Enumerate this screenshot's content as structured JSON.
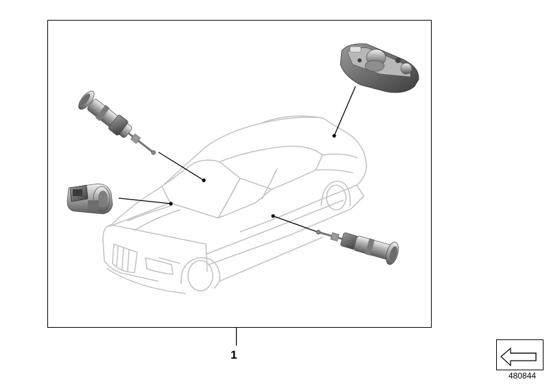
{
  "diagram": {
    "callout_number": "1",
    "document_number": "480844",
    "line_color": "#000000",
    "car_outline_color": "#c8c8c8",
    "part_colors": {
      "dark": "#4a4a4a",
      "mid": "#8a8a8a",
      "light": "#cfcfcf",
      "highlight": "#eeeeee"
    },
    "icons": [
      "car-outline",
      "lock-cylinder-driver-door",
      "lock-cylinder-trunk",
      "lock-cylinder-passenger-door",
      "steering-lock-module",
      "view-arrow-icon"
    ]
  }
}
